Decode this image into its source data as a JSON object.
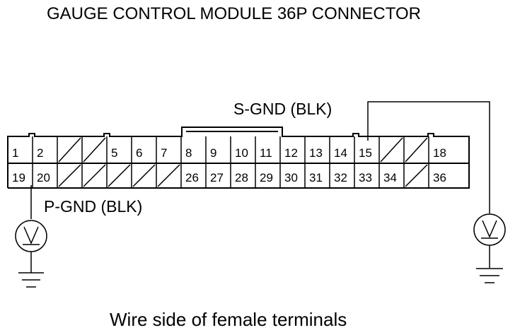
{
  "title": "GAUGE CONTROL MODULE 36P CONNECTOR",
  "caption": "Wire side of female terminals",
  "labels": {
    "s_gnd": "S-GND (BLK)",
    "p_gnd": "P-GND (BLK)"
  },
  "connector": {
    "row_top": [
      "1",
      "2",
      "",
      "",
      "5",
      "6",
      "7",
      "8",
      "9",
      "10",
      "11",
      "12",
      "13",
      "14",
      "15",
      "",
      "",
      "18"
    ],
    "row_bottom": [
      "19",
      "20",
      "",
      "",
      "",
      "",
      "",
      "26",
      "27",
      "28",
      "29",
      "30",
      "31",
      "32",
      "33",
      "34",
      "",
      "36"
    ]
  },
  "icons": {
    "voltmeter": "voltmeter-icon",
    "ground": "ground-icon"
  },
  "colors": {
    "ink": "#000000",
    "background": "#ffffff"
  }
}
